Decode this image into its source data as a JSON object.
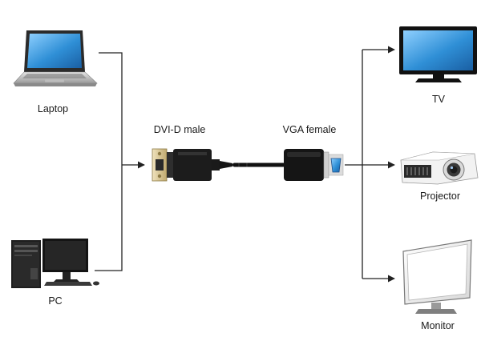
{
  "sources": {
    "laptop": {
      "label": "Laptop",
      "icon": "laptop-icon"
    },
    "pc": {
      "label": "PC",
      "icon": "desktop-pc-icon"
    }
  },
  "adapter": {
    "input_label": "DVI-D male",
    "output_label": "VGA female",
    "input_icon": "dvi-d-male-connector-icon",
    "output_icon": "vga-female-connector-icon"
  },
  "outputs": {
    "tv": {
      "label": "TV",
      "icon": "tv-icon"
    },
    "projector": {
      "label": "Projector",
      "icon": "projector-icon"
    },
    "monitor": {
      "label": "Monitor",
      "icon": "monitor-icon"
    }
  },
  "colors": {
    "line": "#222222",
    "device_dark": "#1b1b1b",
    "screen_blue": "#2f8fd6",
    "connector_gold": "#d9c79a",
    "vga_blue": "#2e6fb7"
  }
}
